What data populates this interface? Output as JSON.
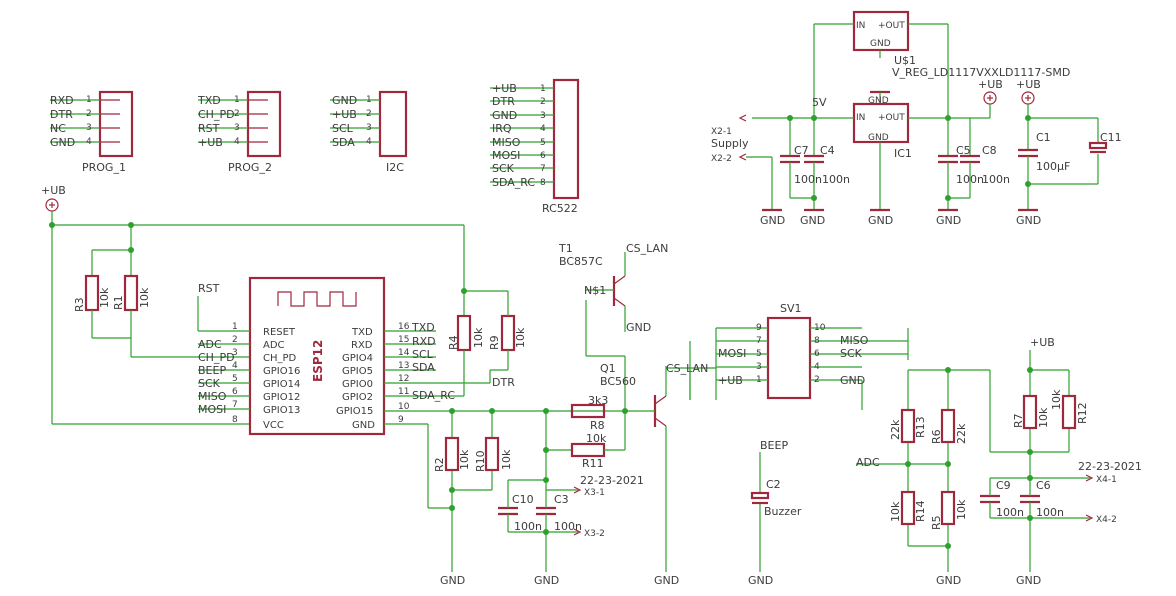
{
  "headers": {
    "prog1": {
      "name": "PROG_1",
      "pins": [
        "RXD",
        "DTR",
        "NC",
        "GND"
      ],
      "nums": [
        "1",
        "2",
        "3",
        "4"
      ]
    },
    "prog2": {
      "name": "PROG_2",
      "pins": [
        "TXD",
        "CH_PD",
        "RST",
        "+UB"
      ],
      "nums": [
        "1",
        "2",
        "3",
        "4"
      ]
    },
    "i2c": {
      "name": "I2C",
      "pins": [
        "GND",
        "+UB",
        "SCL",
        "SDA"
      ],
      "nums": [
        "1",
        "2",
        "3",
        "4"
      ]
    },
    "rc522": {
      "name": "RC522",
      "pins": [
        "+UB",
        "DTR",
        "GND",
        "IRQ",
        "MISO",
        "MOSI",
        "SCK",
        "SDA_RC"
      ],
      "nums": [
        "1",
        "2",
        "3",
        "4",
        "5",
        "6",
        "7",
        "8"
      ]
    }
  },
  "esp": {
    "name": "ESP12",
    "left_pins": [
      "RESET",
      "ADC",
      "CH_PD",
      "GPIO16",
      "GPIO14",
      "GPIO12",
      "GPIO13",
      "VCC"
    ],
    "left_nums": [
      "1",
      "2",
      "3",
      "4",
      "5",
      "6",
      "7",
      "8"
    ],
    "left_nets": [
      "",
      "ADC",
      "CH_PD",
      "BEEP",
      "SCK",
      "MISO",
      "MOSI",
      ""
    ],
    "right_pins": [
      "TXD",
      "RXD",
      "GPIO4",
      "GPIO5",
      "GPIO0",
      "GPIO2",
      "GPIO15",
      "GND"
    ],
    "right_nums": [
      "16",
      "15",
      "14",
      "13",
      "12",
      "11",
      "10",
      "9"
    ],
    "right_nets": [
      "TXD",
      "RXD",
      "SCL",
      "SDA",
      "",
      "SDA_RC",
      "",
      ""
    ],
    "dtr_label": "DTR",
    "rst_label": "RST"
  },
  "supply": {
    "ub_symbol": "+UB",
    "v5_label": "5V",
    "gnd": "GND",
    "reg1": {
      "name": "U$1",
      "value": "V_REG_LD1117VXXLD1117-SMD",
      "in": "IN",
      "out": "+OUT",
      "gnd": "GND"
    },
    "reg2": {
      "name": "IC1",
      "in": "IN",
      "out": "+OUT",
      "gnd": "GND"
    },
    "x21": "X2-1",
    "x22": "X2-2",
    "supply_label": "Supply",
    "c7": {
      "name": "C7",
      "value": "100n"
    },
    "c4": {
      "name": "C4",
      "value": "100n"
    },
    "c5": {
      "name": "C5",
      "value": "100n"
    },
    "c8": {
      "name": "C8",
      "value": "100n"
    },
    "c1": {
      "name": "C1",
      "value": "100µF"
    },
    "c11": {
      "name": "C11"
    }
  },
  "resistors": {
    "r3": {
      "name": "R3",
      "value": "10k"
    },
    "r1": {
      "name": "R1",
      "value": "10k"
    },
    "r4": {
      "name": "R4",
      "value": "10k"
    },
    "r9": {
      "name": "R9",
      "value": "10k"
    },
    "r2": {
      "name": "R2",
      "value": "10k"
    },
    "r10": {
      "name": "R10",
      "value": "10k"
    },
    "r8": {
      "name": "R8",
      "value": "3k3"
    },
    "r11": {
      "name": "R11",
      "value": "10k"
    },
    "r13": {
      "name": "R13",
      "value": "22k"
    },
    "r6": {
      "name": "R6",
      "value": "22k"
    },
    "r14": {
      "name": "R14",
      "value": "10k"
    },
    "r5": {
      "name": "R5",
      "value": "10k"
    },
    "r7": {
      "name": "R7",
      "value": "10k"
    },
    "r12": {
      "name": "R12",
      "value": "10k"
    }
  },
  "caps": {
    "c10": {
      "name": "C10",
      "value": "100n"
    },
    "c3": {
      "name": "C3",
      "value": "100n"
    },
    "c9": {
      "name": "C9",
      "value": "100n"
    },
    "c6": {
      "name": "C6",
      "value": "100n"
    },
    "c2": {
      "name": "C2",
      "value": "Buzzer"
    }
  },
  "transistors": {
    "t1": {
      "name": "T1",
      "value": "BC857C",
      "net_top": "CS_LAN",
      "net_base": "N$1",
      "net_em": "GND"
    },
    "q1": {
      "name": "Q1",
      "value": "BC560",
      "net": "CS_LAN"
    }
  },
  "sv1": {
    "name": "SV1",
    "left_nums": [
      "9",
      "7",
      "5",
      "3",
      "1"
    ],
    "right_nums": [
      "10",
      "8",
      "6",
      "4",
      "2"
    ],
    "left_nets": [
      "",
      "",
      "MOSI",
      "",
      "+UB"
    ],
    "right_nets": [
      "",
      "MISO",
      "SCK",
      "",
      "GND"
    ]
  },
  "misc": {
    "x31": "X3-1",
    "x32": "X3-2",
    "x41": "X4-1",
    "x42": "X4-2",
    "date1": "22-23-2021",
    "date2": "22-23-2021",
    "beep": "BEEP",
    "adc": "ADC",
    "ub": "+UB"
  }
}
